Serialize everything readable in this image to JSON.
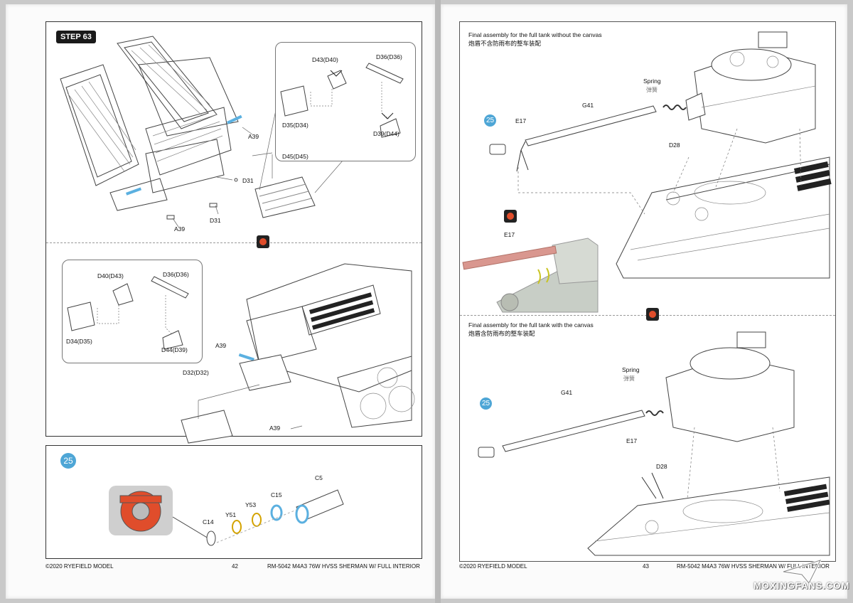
{
  "left_page": {
    "step": "STEP 63",
    "top_panel": {
      "labels": [
        "A39",
        "D45(D45)",
        "D31",
        "D31",
        "A39"
      ],
      "callout": [
        "D43(D40)",
        "D36(D36)",
        "D35(D34)",
        "D39(D44)"
      ]
    },
    "mid_panel": {
      "labels": [
        "A39",
        "D32(D32)",
        "A39"
      ],
      "callout": [
        "D40(D43)",
        "D36(D36)",
        "D34(D35)",
        "D44(D39)"
      ]
    },
    "bottom_panel": {
      "step_badge": "25",
      "labels": [
        "C5",
        "C15",
        "Y53",
        "Y51",
        "C14"
      ]
    },
    "footer": {
      "copyright": "©2020 RYEFIELD MODEL",
      "page_no": "42",
      "product": "RM-5042  M4A3 76W HVSS SHERMAN W/ FULL INTERIOR"
    }
  },
  "right_page": {
    "section1": {
      "title_en": "Final assembly for the full tank without the canvas",
      "title_cn": "炮盾不含防雨布的整车装配",
      "badge": "25",
      "labels": [
        "Spring",
        "弹簧",
        "G41",
        "E17",
        "D28"
      ],
      "photo_label": "E17"
    },
    "section2": {
      "title_en": "Final assembly for the full tank with the canvas",
      "title_cn": "炮盾含防雨布的整车装配",
      "badge": "25",
      "labels": [
        "Spring",
        "弹簧",
        "G41",
        "E17",
        "D28"
      ]
    },
    "footer": {
      "copyright": "©2020 RYEFIELD MODEL",
      "page_no": "43",
      "product": "RM-5042  M4A3 76W HVSS SHERMAN W/ FULL INTERIOR"
    },
    "watermark": "MOXINGFANS.COM"
  },
  "colors": {
    "accent_blue": "#4ea6d6",
    "highlight_blue": "#5bb0e0",
    "orange": "#e04d2b",
    "barrel_pink": "#d9978f"
  }
}
